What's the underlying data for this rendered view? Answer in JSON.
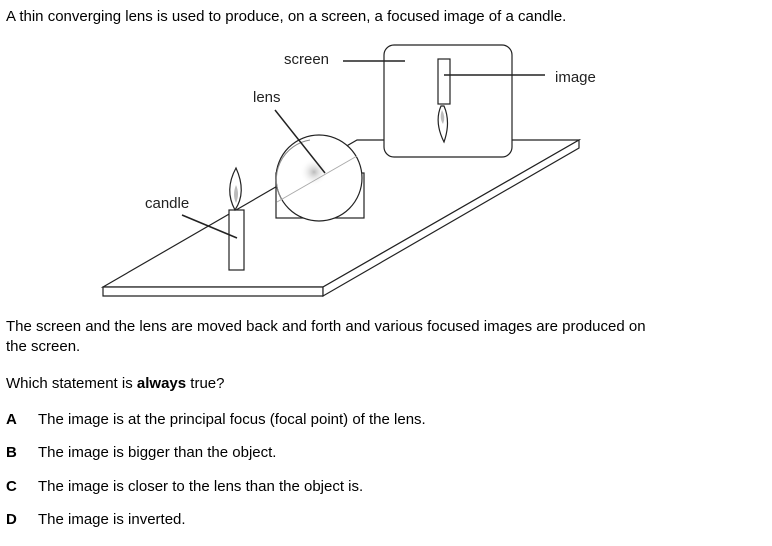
{
  "intro": "A thin converging lens is used to produce, on a screen, a focused image of a candle.",
  "diagram": {
    "labels": {
      "screen": "screen",
      "image": "image",
      "lens": "lens",
      "candle": "candle"
    }
  },
  "paragraph": "The screen and the lens are moved back and forth and various focused images are produced on",
  "paragraph_cont": "the screen.",
  "question": {
    "pre": "Which statement is ",
    "bold": "always",
    "post": " true?"
  },
  "options": [
    {
      "key": "A",
      "text": "The image is at the principal focus (focal point) of the lens."
    },
    {
      "key": "B",
      "text": "The image is bigger than the object."
    },
    {
      "key": "C",
      "text": "The image is closer to the lens than the object is."
    },
    {
      "key": "D",
      "text": "The image is inverted."
    }
  ]
}
